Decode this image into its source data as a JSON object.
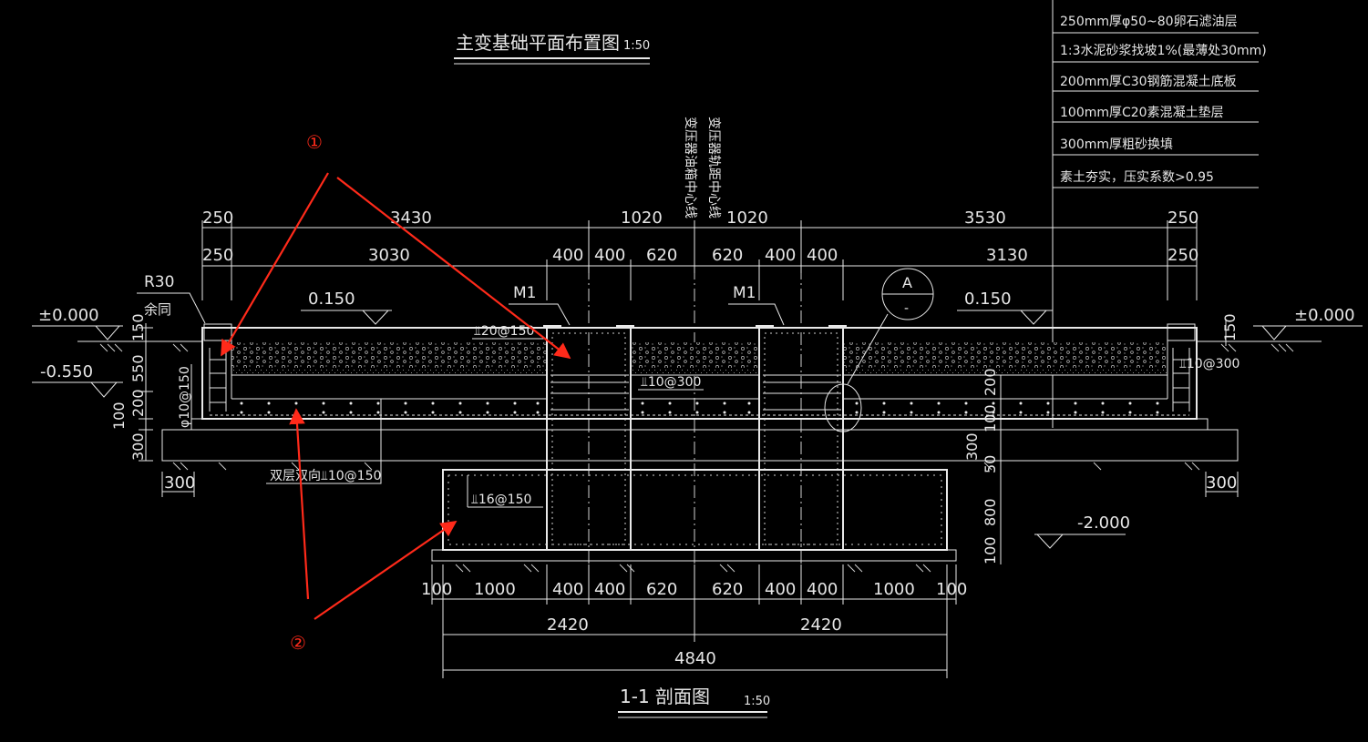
{
  "titles": {
    "plan_title": "主变基础平面布置图",
    "plan_scale": "1:50",
    "section_title": "1-1  剖面图",
    "section_scale": "1:50"
  },
  "layers": [
    "250mm厚φ50~80卵石滤油层",
    "1:3水泥砂浆找坡1%(最薄处30mm)",
    "200mm厚C30钢筋混凝土底板",
    "100mm厚C20素混凝土垫层",
    "300mm厚粗砂换填",
    "素土夯实，压实系数>0.95"
  ],
  "centerlines": {
    "left": "变压器油箱中心线",
    "right": "变压器轨距中心线"
  },
  "dims_top1": [
    "250",
    "3430",
    "1020",
    "1020",
    "3530",
    "250"
  ],
  "dims_top2": [
    "250",
    "3030",
    "400",
    "400",
    "620",
    "620",
    "400",
    "400",
    "3130",
    "250"
  ],
  "dims_bottom1": [
    "100",
    "1000",
    "400",
    "400",
    "620",
    "620",
    "400",
    "400",
    "1000",
    "100"
  ],
  "dims_bottom2": [
    "2420",
    "2420"
  ],
  "dims_bottom3": "4840",
  "dims_left_vertical": [
    "150",
    "550",
    "200",
    "100",
    "300"
  ],
  "dims_right_vertical": [
    "150",
    "200",
    "100",
    "300",
    "50",
    "800",
    "100"
  ],
  "dims_side": [
    "300",
    "300"
  ],
  "elevations": {
    "left_top": "±0.000",
    "left_mid": "-0.550",
    "right_top": "±0.000",
    "bottom": "-2.000",
    "slab_left": "0.150",
    "slab_right": "0.150"
  },
  "labels": {
    "r30": "R30",
    "same": "余同",
    "m1_left": "M1",
    "m1_right": "M1",
    "rebar_top": "⫫20@150",
    "rebar_mid": "⫫10@300",
    "rebar_wall": "φ10@150",
    "rebar_double": "双层双向⫫10@150",
    "rebar_pier": "⫫16@150",
    "rebar_right": "⫫10@300",
    "detail_letter": "A",
    "detail_sub": "-"
  },
  "markers": {
    "one": "①",
    "two": "②"
  },
  "colors": {
    "background": "#000000",
    "lines": "#e8e8e8",
    "annotation": "#ff2a1a"
  }
}
